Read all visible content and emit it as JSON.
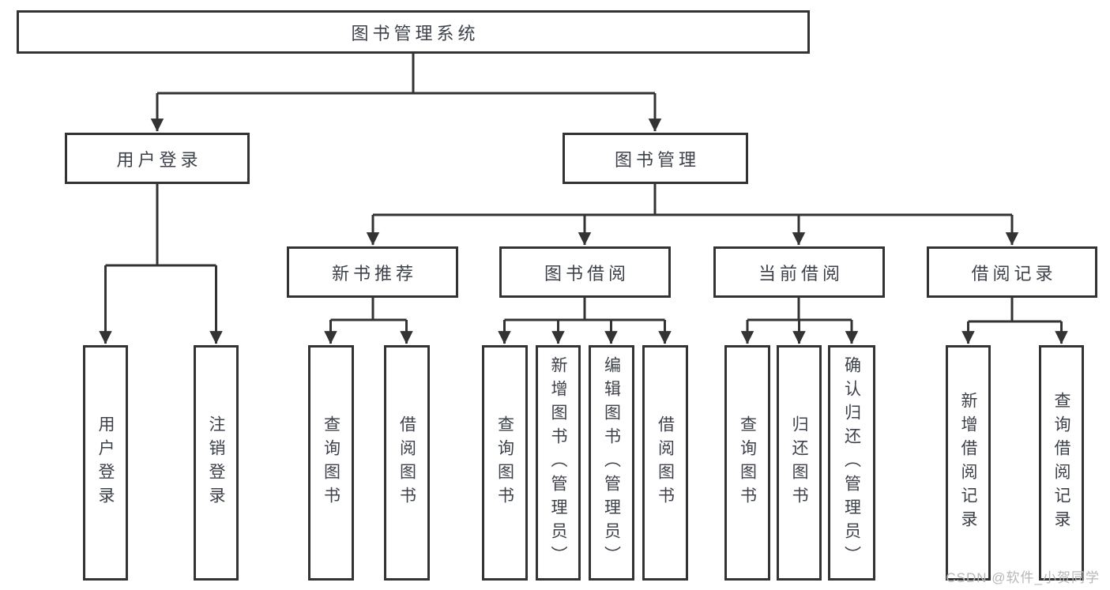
{
  "diagram": {
    "type": "hierarchy-tree",
    "colors": {
      "line": "#333333",
      "border": "#333333",
      "text": "#3d4149",
      "background": "#ffffff",
      "watermark": "#b7b7b7"
    },
    "tree": {
      "label": "图书管理系统",
      "children": [
        {
          "label": "用户登录",
          "children": [
            {
              "label": "用户登录"
            },
            {
              "label": "注销登录"
            }
          ]
        },
        {
          "label": "图书管理",
          "children": [
            {
              "label": "新书推荐",
              "children": [
                {
                  "label": "查询图书"
                },
                {
                  "label": "借阅图书"
                }
              ]
            },
            {
              "label": "图书借阅",
              "children": [
                {
                  "label": "查询图书"
                },
                {
                  "label": "新增图书（管理员）"
                },
                {
                  "label": "编辑图书（管理员）"
                },
                {
                  "label": "借阅图书"
                }
              ]
            },
            {
              "label": "当前借阅",
              "children": [
                {
                  "label": "查询图书"
                },
                {
                  "label": "归还图书"
                },
                {
                  "label": "确认归还（管理员）"
                }
              ]
            },
            {
              "label": "借阅记录",
              "children": [
                {
                  "label": "新增借阅记录"
                },
                {
                  "label": "查询借阅记录"
                }
              ]
            }
          ]
        }
      ]
    }
  },
  "watermark": {
    "text": "CSDN @软件_小贺同学"
  }
}
